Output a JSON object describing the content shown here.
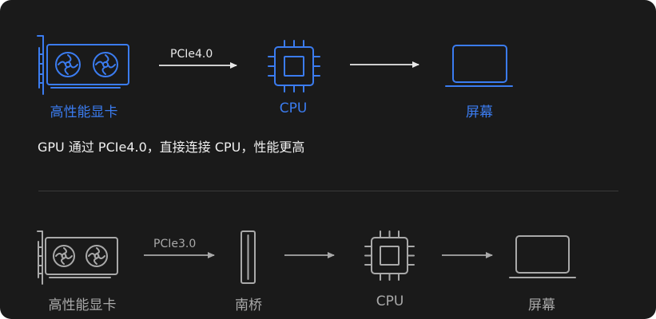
{
  "top_row": {
    "gpu_label": "高性能显卡",
    "link_label": "PCIe4.0",
    "cpu_label": "CPU",
    "screen_label": "屏幕",
    "caption": "GPU 通过 PCIe4.0，直接连接 CPU，性能更高"
  },
  "bottom_row": {
    "gpu_label": "高性能显卡",
    "link_label": "PCIe3.0",
    "southbridge_label": "南桥",
    "cpu_label": "CPU",
    "screen_label": "屏幕"
  },
  "colors": {
    "background": "#1a1a1a",
    "accent_blue": "#3b7cf0",
    "muted_gray": "#a9a9a9"
  }
}
